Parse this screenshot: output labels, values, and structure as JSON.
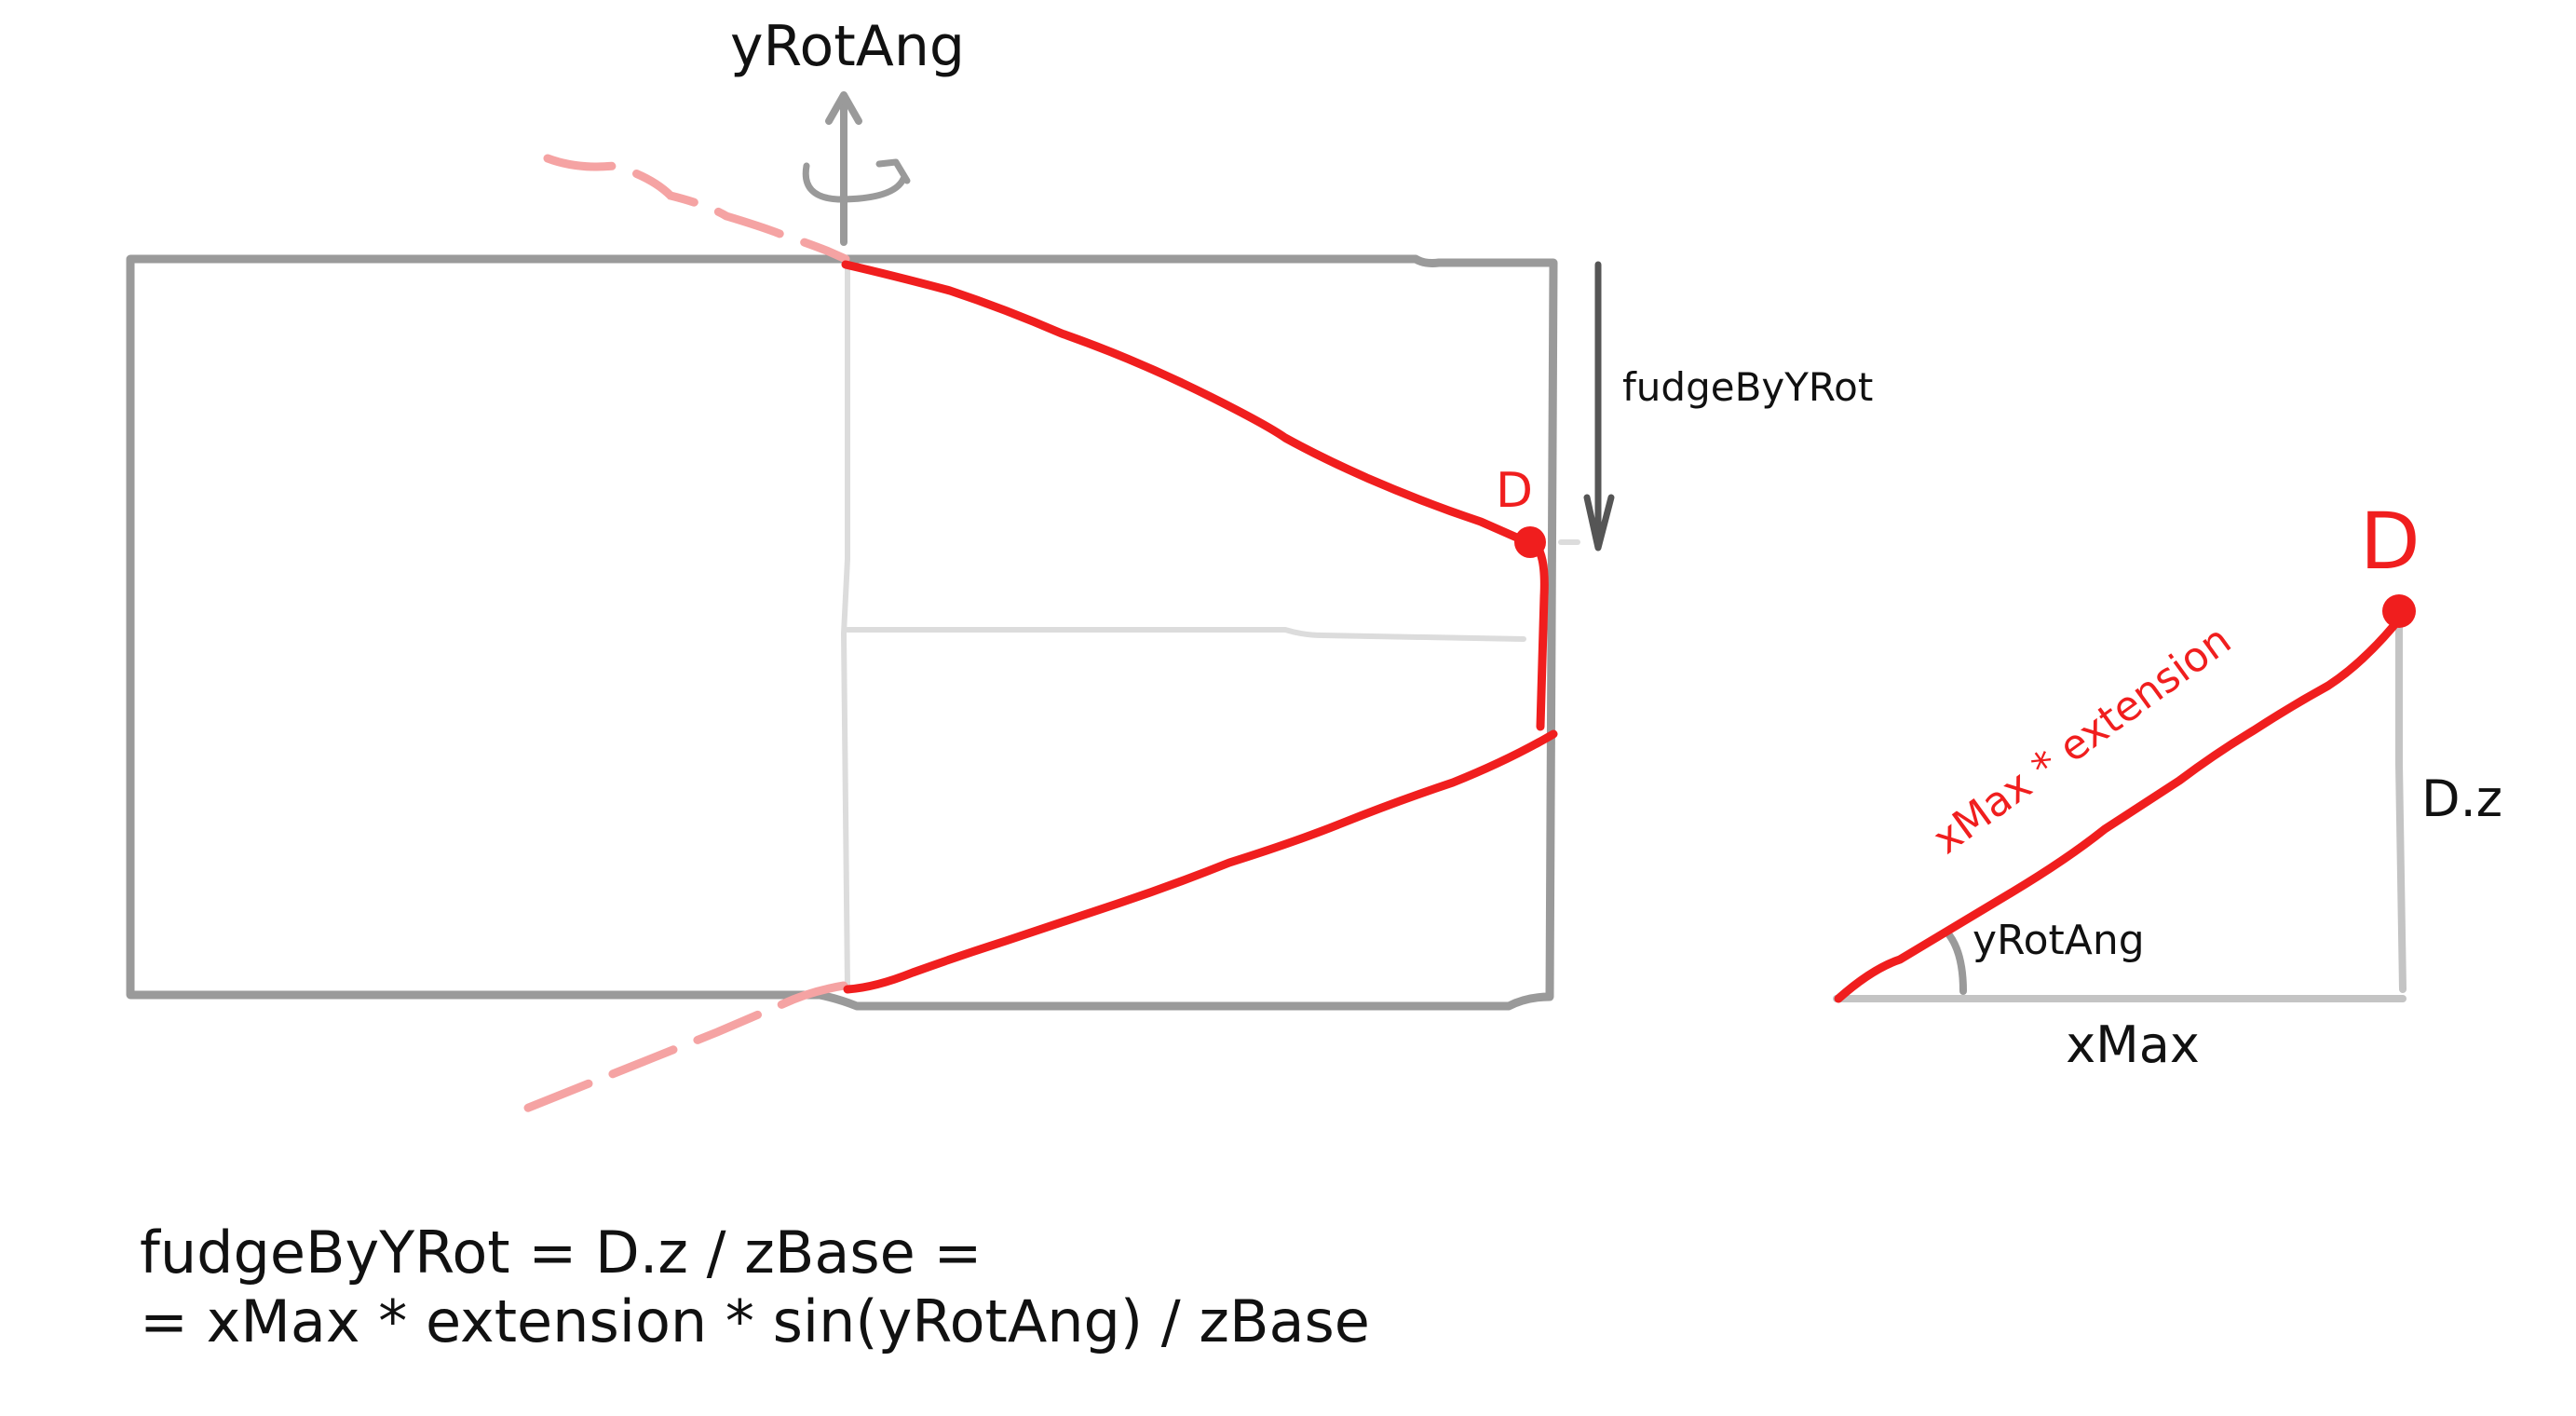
{
  "labels": {
    "rotation_axis": "yRotAng",
    "fudge_arrow": "fudgeByYRot",
    "point_d_small": "D",
    "point_d_large": "D",
    "hypotenuse": "xMax * extension",
    "vertical_leg": "D.z",
    "angle": "yRotAng",
    "horizontal_leg": "xMax"
  },
  "formula": {
    "line1": "fudgeByYRot = D.z / zBase =",
    "line2": "= xMax * extension * sin(yRotAng) / zBase"
  },
  "colors": {
    "outline_gray": "#9a9a9a",
    "light_gray": "#dcdcdc",
    "dark_arrow": "#555555",
    "red": "#f01e1e",
    "pink": "#f5a3a3",
    "text": "#111111"
  }
}
